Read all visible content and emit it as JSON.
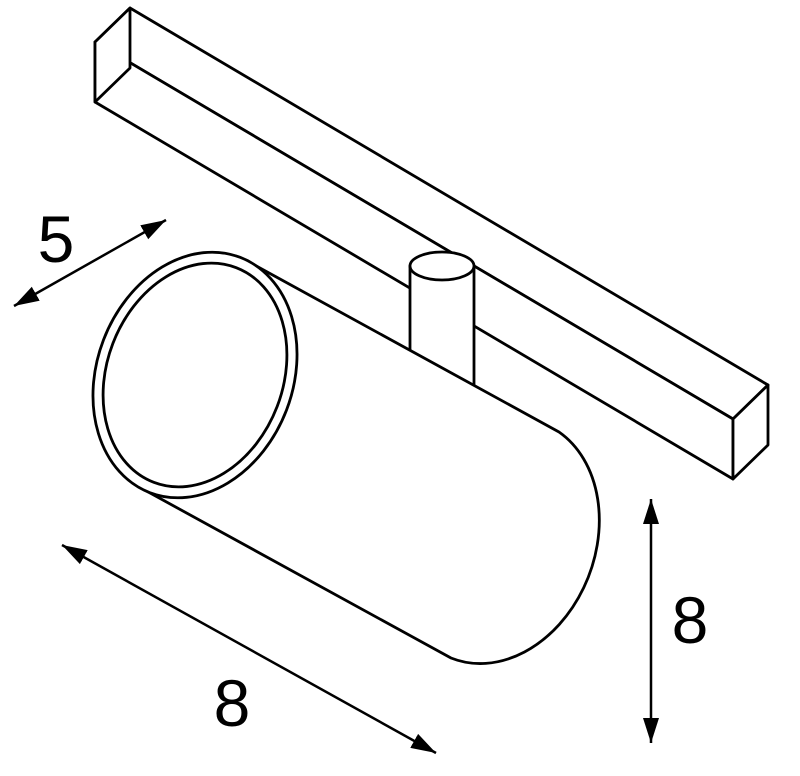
{
  "page": {
    "background": "#ffffff"
  },
  "drawing": {
    "subject": "track-spotlight-dimensional-line-drawing",
    "line_color": "#000000",
    "dimensions": {
      "width": {
        "value": "5",
        "orientation": "diagonal",
        "location": "upper-left"
      },
      "length": {
        "value": "8",
        "orientation": "diagonal",
        "location": "bottom"
      },
      "height": {
        "value": "8",
        "orientation": "vertical",
        "location": "right"
      }
    }
  }
}
